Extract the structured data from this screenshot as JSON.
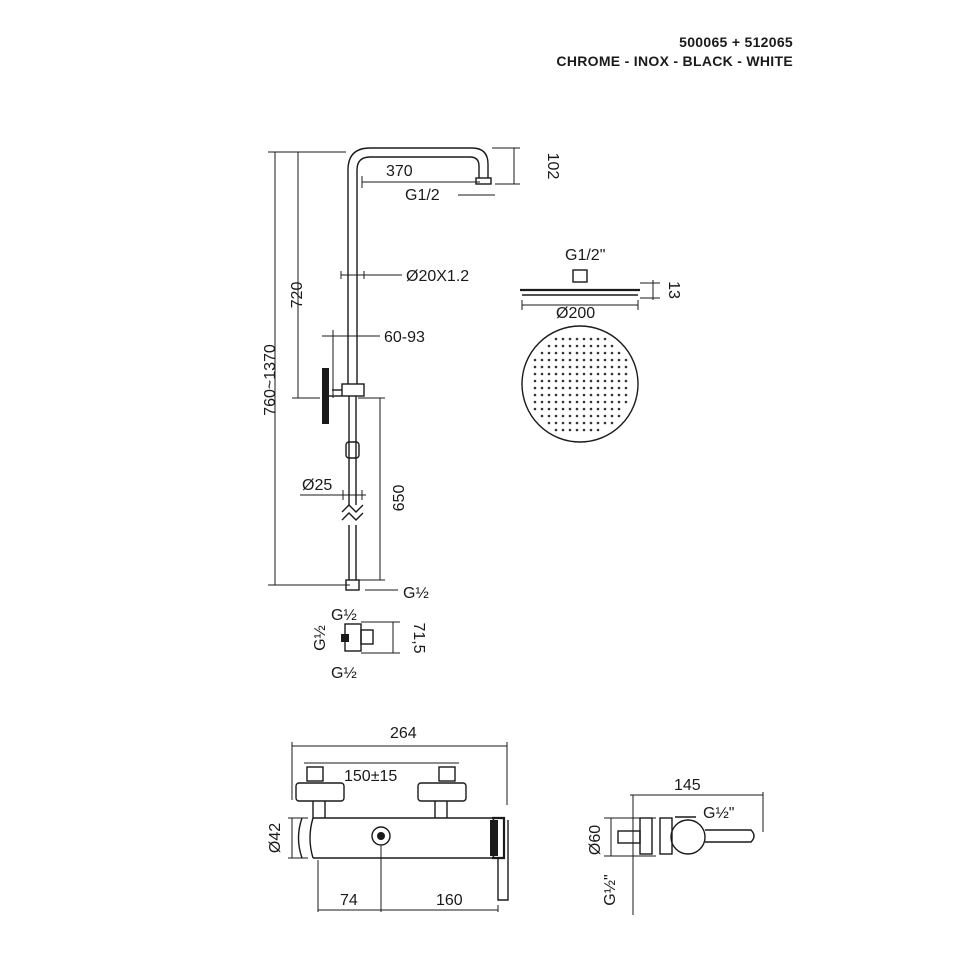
{
  "header": {
    "code": "500065 + 512065",
    "finishes": "CHROME - INOX - BLACK - WHITE"
  },
  "column": {
    "dim_arm": "370",
    "dim_drop": "102",
    "thread_top": "G1/2",
    "dim_upper": "720",
    "dim_total": "760~1370",
    "pipe_upper": "Ø20X1.2",
    "slide_range": "60-93",
    "pipe_lower": "Ø25",
    "dim_lower": "650",
    "thread_base": "G½"
  },
  "connector": {
    "thread_top": "G½",
    "thread_left": "G½",
    "thread_bottom": "G½",
    "height": "71,5"
  },
  "showerhead": {
    "thread": "G1/2\"",
    "thickness": "13",
    "diameter": "Ø200"
  },
  "mixer_front": {
    "width": "264",
    "centers": "150±15",
    "body_diameter": "Ø42",
    "dim_left": "74",
    "dim_right": "160"
  },
  "mixer_side": {
    "depth": "145",
    "thread_right": "G½\"",
    "diameter": "Ø60",
    "thread_bottom": "G½\""
  }
}
